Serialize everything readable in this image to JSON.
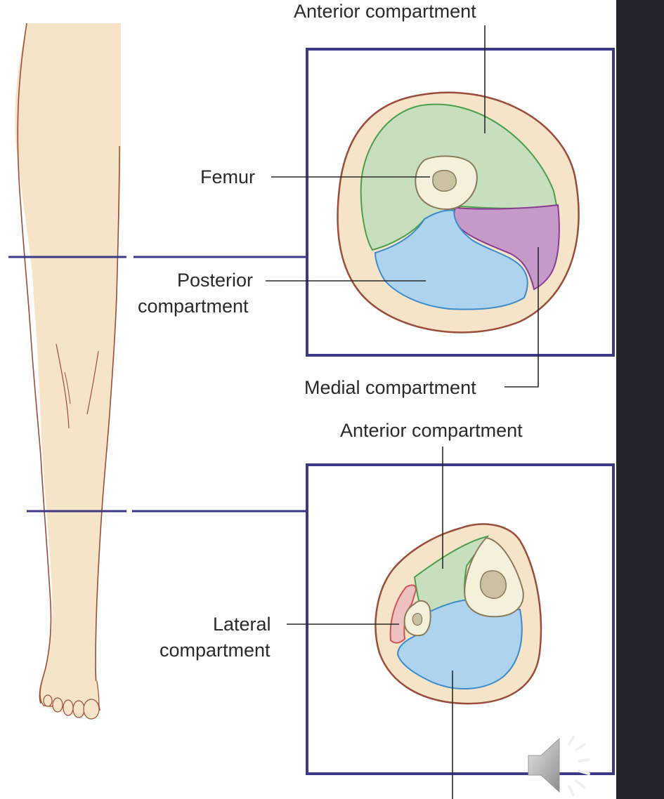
{
  "labels": {
    "upper_anterior": "Anterior compartment",
    "femur": "Femur",
    "posterior_line1": "Posterior",
    "posterior_line2": "compartment",
    "medial": "Medial compartment",
    "lower_anterior": "Anterior compartment",
    "lateral_line1": "Lateral",
    "lateral_line2": "compartment"
  },
  "colors": {
    "skin": "#f6e4c8",
    "skin_outline": "#9b4d3a",
    "frame": "#3c3a86",
    "anterior": "#c8dfbf",
    "anterior_outline": "#4aa04a",
    "posterior": "#add3ee",
    "posterior_outline": "#3c8ccc",
    "medial": "#c69ac8",
    "medial_outline": "#8a3c92",
    "lateral": "#ecc1c0",
    "lateral_outline": "#cc5555",
    "bone": "#f4f0dc",
    "marrow": "#cbc0a2",
    "dark_panel": "#22252b"
  },
  "controls": {
    "audio_icon": "speaker-with-sound-waves"
  }
}
